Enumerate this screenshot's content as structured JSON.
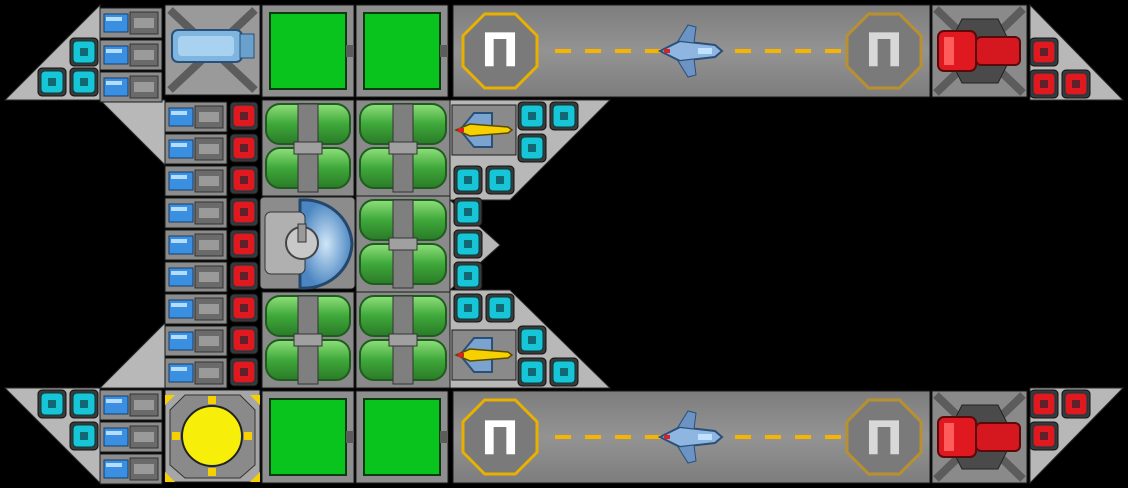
{
  "scene": {
    "name": "ship-blueprint",
    "background_color": "#000000"
  },
  "colors": {
    "hull": "#9c9c9c",
    "hull_light": "#c8c8c8",
    "hull_dark": "#6e6e6e",
    "panel_outline": "#1a1a1a",
    "cargo_green": "#09c41c",
    "tank_green": "#3fa83a",
    "tank_green_light": "#6fcf5c",
    "pipe_gray": "#7f7f7f",
    "cyan_module": "#17c6d6",
    "red_module": "#e01820",
    "blue_module": "#3a8fe0",
    "reactor_yellow": "#f7ef0a",
    "runway_gray": "#8a8a8a",
    "runway_line": "#f4b400",
    "pad_ring": "#e8b000",
    "fighter_blue": "#8fb6e0",
    "gun_yellow": "#f6d000"
  },
  "landing_pads": [
    {
      "id": "top",
      "label_left": "Π",
      "label_right": "Π"
    },
    {
      "id": "bottom",
      "label_left": "Π",
      "label_right": "Π"
    }
  ],
  "icons": {
    "landing_pad": "landing-pad-icon",
    "fighter": "fighter-craft-icon",
    "reactor": "reactor-core-icon",
    "turret": "turret-icon",
    "engine": "engine-thruster-icon",
    "cargo": "cargo-container-icon",
    "tank": "fuel-tank-icon",
    "cockpit": "cockpit-dome-icon"
  }
}
